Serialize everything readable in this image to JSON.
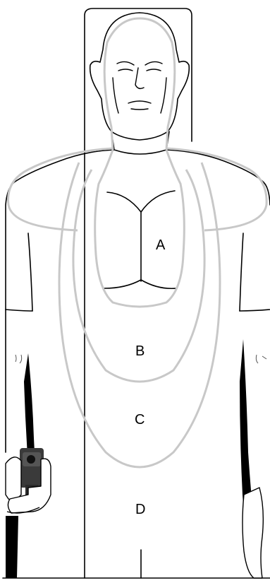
{
  "target": {
    "zones": [
      {
        "id": "A",
        "label": "A"
      },
      {
        "id": "B",
        "label": "B"
      },
      {
        "id": "C",
        "label": "C"
      },
      {
        "id": "D",
        "label": "D"
      }
    ],
    "colors": {
      "background": "#ffffff",
      "outline": "#000000",
      "zone_line": "#c8c8c8",
      "pistol": "#3a3a3a"
    },
    "icons": {
      "figure": "silhouette-figure-icon",
      "pistol": "pistol-icon",
      "hand": "hand-icon"
    }
  }
}
